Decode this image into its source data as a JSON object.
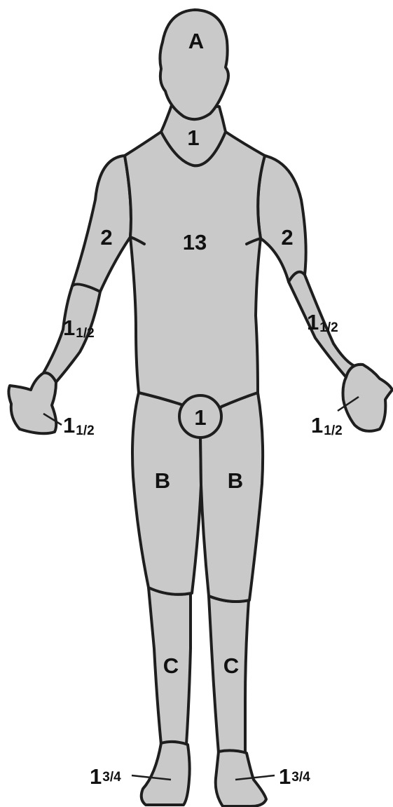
{
  "colors": {
    "body_fill": "#c9c9c9",
    "outline": "#1e1e1e",
    "label": "#111111",
    "background": "#ffffff"
  },
  "labels": {
    "head": "A",
    "neck": "1",
    "torso": "13",
    "upper_arm_left": "2",
    "upper_arm_right": "2",
    "forearm_left": {
      "whole": "1",
      "fraction": "1/2"
    },
    "forearm_right": {
      "whole": "1",
      "fraction": "1/2"
    },
    "hand_left": {
      "whole": "1",
      "fraction": "1/2"
    },
    "hand_right": {
      "whole": "1",
      "fraction": "1/2"
    },
    "genitals": "1",
    "thigh_left": "B",
    "thigh_right": "B",
    "leg_left": "C",
    "leg_right": "C",
    "foot_left": {
      "whole": "1",
      "fraction": "3/4"
    },
    "foot_right": {
      "whole": "1",
      "fraction": "3/4"
    }
  }
}
